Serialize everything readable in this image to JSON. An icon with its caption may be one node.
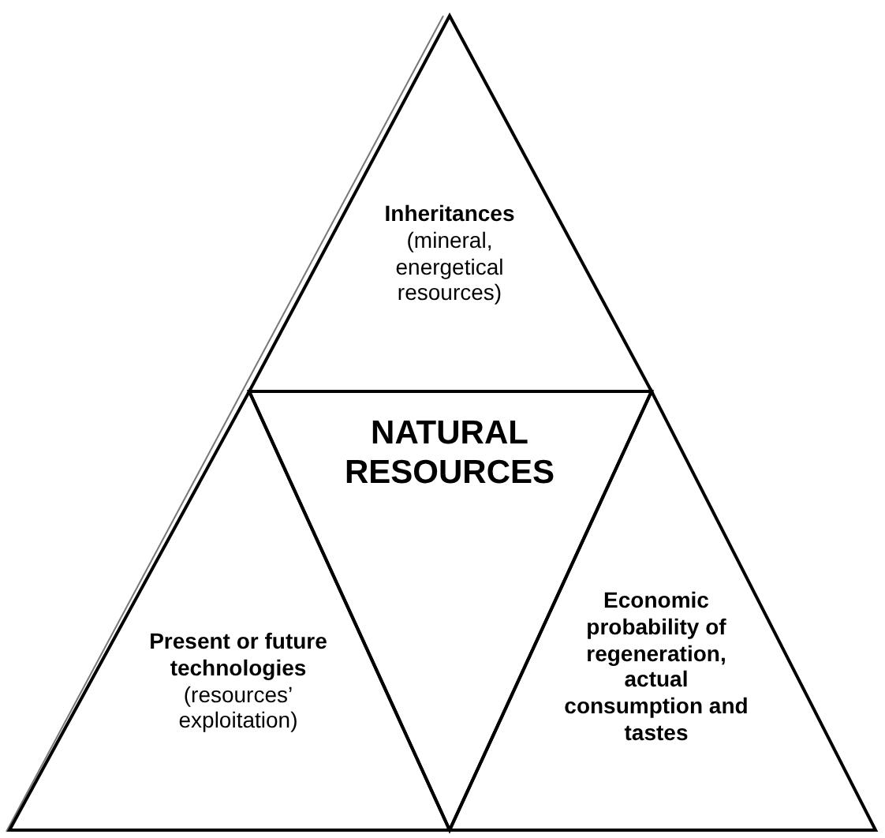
{
  "diagram": {
    "nodes": [
      {
        "text": [
          "Inheritances",
          "(mineral, energetical resources)"
        ]
      },
      {
        "text": [
          "NATURAL RESOURCES"
        ]
      },
      {
        "text": [
          "Present or future technologies",
          "(resources’ exploitation)"
        ]
      },
      {
        "text": [
          "Economic probability of regeneration, actual consumption and tastes"
        ]
      }
    ]
  }
}
